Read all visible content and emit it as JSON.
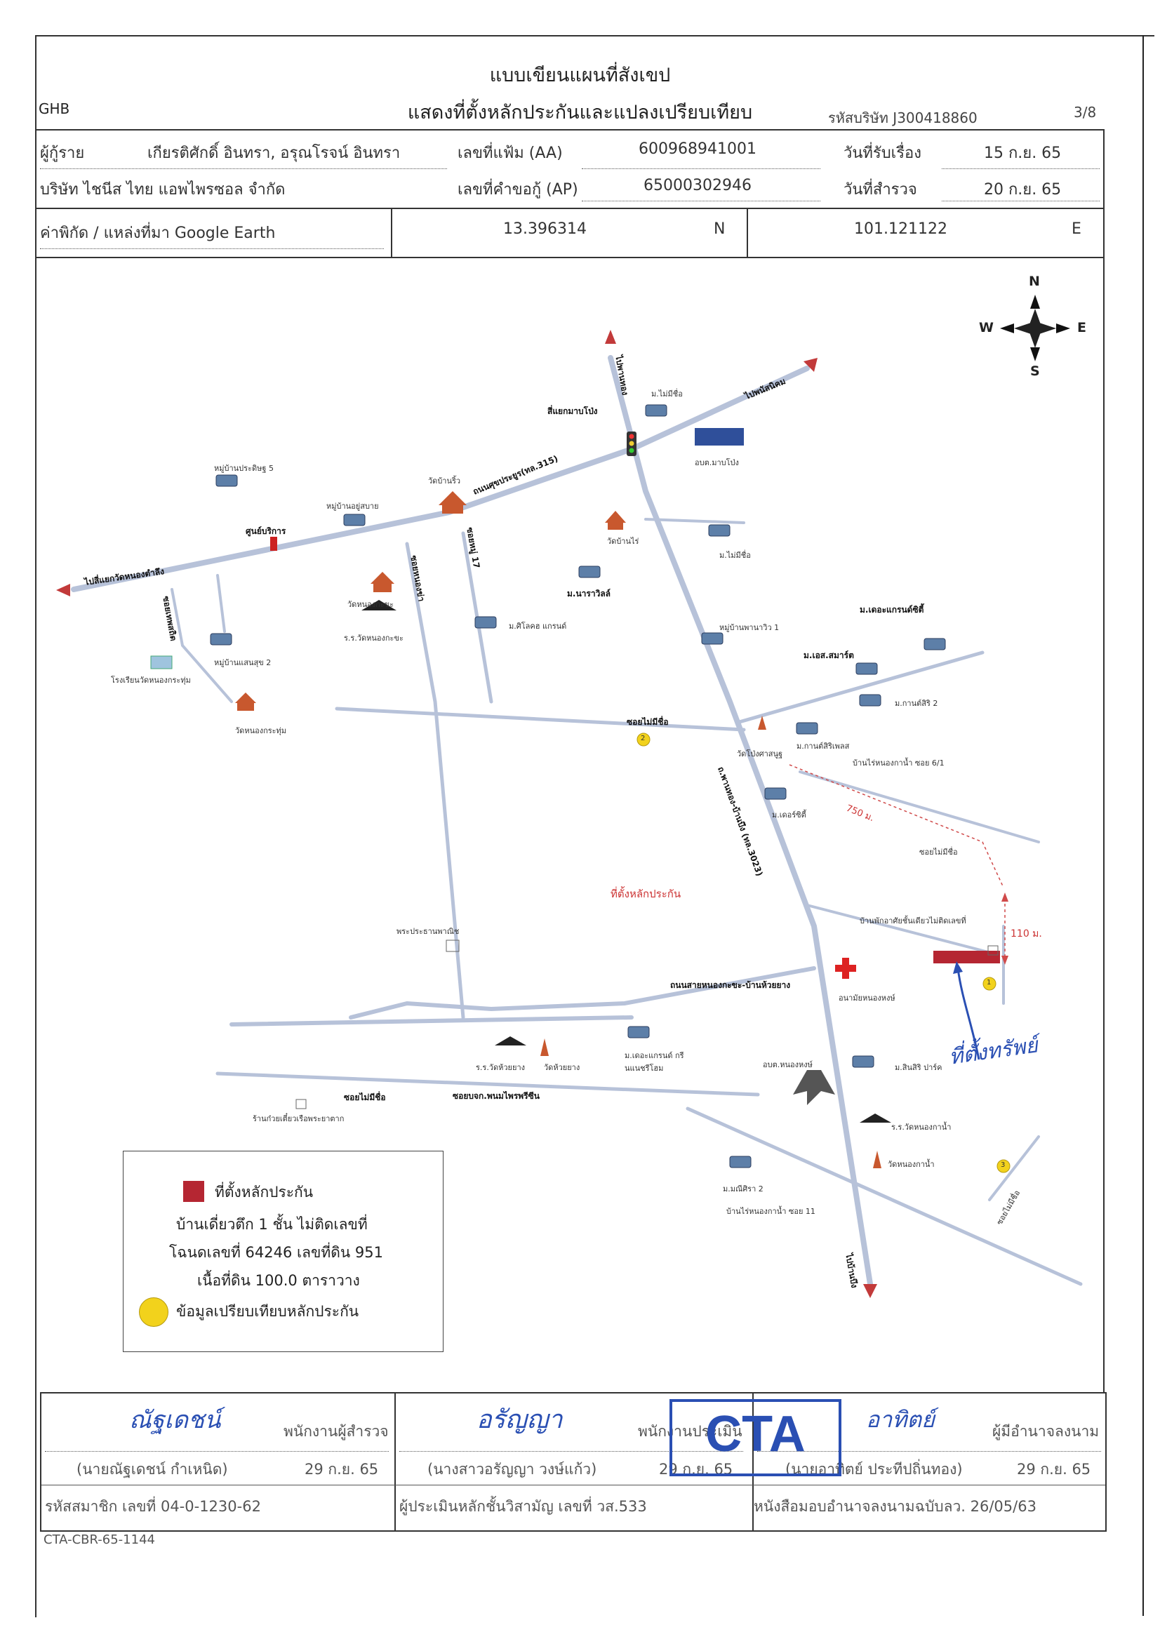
{
  "header": {
    "title_line1": "แบบเขียนแผนที่สังเขป",
    "title_line2": "แสดงที่ตั้งหลักประกันและแปลงเปรียบเทียบ",
    "ghb_label": "GHB",
    "company_code": "รหัสบริษัท J300418860",
    "page_number": "3/8"
  },
  "info": {
    "borrower_label": "ผู้กู้ราย",
    "borrower_value": "เกียรติศักดิ์ อินทรา, อรุณโรจน์ อินทรา",
    "company_name": "บริษัท ไชนีส ไทย แอพไพรซอล จำกัด",
    "file_no_label": "เลขที่แฟ้ม (AA)",
    "file_no_value": "600968941001",
    "app_no_label": "เลขที่คำขอกู้ (AP)",
    "app_no_value": "65000302946",
    "received_label": "วันที่รับเรื่อง",
    "received_value": "15 ก.ย. 65",
    "survey_label": "วันที่สำรวจ",
    "survey_value": "20 ก.ย. 65",
    "coord_label": "ค่าพิกัด / แหล่งที่มา Google Earth",
    "lat_value": "13.396314",
    "lat_unit": "N",
    "lon_value": "101.121122",
    "lon_unit": "E"
  },
  "compass": {
    "n": "N",
    "s": "S",
    "e": "E",
    "w": "W"
  },
  "map_labels": {
    "road_north": "ไปพานทอง",
    "road_ne": "ไปพนัสนิคม",
    "junction": "สี่แยกมาบโป่ง",
    "village_tl": "หมู่บ้านประดิษฐ 5",
    "road_main": "ถนนศุขประยูร(ทล.315)",
    "wat_ban_rong": "วัดบ้านริ้ว",
    "village_suk": "หมู่บ้านอยู่สบาย",
    "rest_area": "ศูนย์บริการ",
    "road_west": "ไปสี่แยกวัดหนองตำลึง",
    "soi_thepsathit": "ซอยเทพสถิต",
    "soi_nongkho": "ซอยหนองข่า",
    "soi_17": "ซอยหมู่ 17",
    "wat_nongkho": "วัดหนองกะขะ",
    "school_nongkho": "ร.ร.วัดหนองกะขะ",
    "village_sansuk": "หมู่บ้านแสนสุข 2",
    "school_left": "โรงเรียนวัดหนองกระทุ่ม",
    "wat_left": "วัดหนองกระทุ่ม",
    "village_nara": "ม.นาราวิลล์",
    "village_citi": "ม.ศิโลคฮ แกรนด์",
    "village_phana": "หมู่บ้านพานาวิว 1",
    "village_greenland": "ม.เดอะแกรนด์ซิตี้",
    "village_smart": "ม.เอส.สมาร์ต",
    "village_karn2": "ม.กานต์สิริ 2",
    "village_karnsiri": "ม.กานต์สิริเพลส",
    "wat_mabpong": "วัดบ้านไร่",
    "village_mai_chua": "ม.ไม่มีชื่อ",
    "mabpong_gov": "อบต.มาบโป่ง",
    "wat_mabpong2": "วัดโป่งศาสนูฐ",
    "soi_nochue": "ซอยไม่มีชื่อ",
    "soi_nongkanam": "บ้านไร่หนองกาน้ำ ซอย 6/1",
    "dist_750": "750 ม.",
    "village_deesi": "ม.เดอร์ซิตี้",
    "road_diag": "ถ.พานทอง-บ้านบึง (ทล.3023)",
    "soi_nochue2": "ซอยไม่มีชื่อ",
    "collateral": "ที่ตั้งหลักประกัน",
    "house_label": "บ้านพักอาศัยชั้นเดียวไม่ติดเลขที่",
    "dist_110": "110 ม.",
    "health": "อนามัยหนองหงษ์",
    "road_bottom": "ถนนสายหนองกะขะ-บ้านห้วยยาง",
    "temple_wat": "พระประธานพาณิช",
    "school_wat": "ร.ร.วัดห้วยยาง",
    "wat_huaiyang": "วัดห้วยยาง",
    "village_green": "ม.เดอะแกรนด์ กรีนแนชรีโฮม",
    "obt_nonghong": "อบต.หนองหงษ์",
    "village_sinsiri": "ม.สินสิริ ปาร์ค",
    "school_nkn": "ร.ร.วัดหนองกาน้ำ",
    "wat_nkn": "วัดหนองกาน้ำ",
    "soi_bottom1": "ซอยไม่มีชื่อ",
    "soi_bottom2": "ซอยบจก.พนมไพรพรีซีน",
    "wat_bottom": "ร้านก๋วยเตี๋ยวเรือพระยาตาก",
    "village_manee": "ม.มณีศิรา 2",
    "soi_11": "บ้านไร่หนองกาน้ำ ซอย 11",
    "road_south": "ไปบ้านบึง",
    "soi_right": "ซอยไม่มีชื่อ",
    "marker1": "1",
    "marker2": "2",
    "marker3": "3",
    "handwrite": "ที่ตั้งทรัพย์"
  },
  "legend": {
    "collateral_title": "ที่ตั้งหลักประกัน",
    "line1": "บ้านเดี่ยวตึก 1 ชั้น ไม่ติดเลขที่",
    "line2": "โฉนดเลขที่ 64246 เลขที่ดิน 951",
    "line3": "เนื้อที่ดิน 100.0 ตาราวาง",
    "compare_label": "ข้อมูลเปรียบเทียบหลักประกัน"
  },
  "signatures": {
    "sig1_name": "(นายณัฐเดชน์ กำเหนิด)",
    "sig1_role": "พนักงานผู้สำรวจ",
    "sig1_date": "29 ก.ย. 65",
    "sig1_member": "รหัสสมาชิก เลขที่ 04-0-1230-62",
    "sig1_hand": "ณัฐเดชน์",
    "sig2_name": "(นางสาวอรัญญา วงษ์แก้ว)",
    "sig2_role": "พนักงานประเมิน",
    "sig2_date": "29 ก.ย. 65",
    "sig2_member": "ผู้ประเมินหลักชั้นวิสามัญ เลขที่ วส.533",
    "sig2_hand": "อรัญญา",
    "sig3_name": "(นายอาทิตย์ ประทีปถิ่นทอง)",
    "sig3_role": "ผู้มีอำนาจลงนาม",
    "sig3_date": "29 ก.ย. 65",
    "sig3_member": "หนังสือมอบอำนาจลงนามฉบับลว. 26/05/63",
    "sig3_hand": "อาทิตย์",
    "stamp": "CTA"
  },
  "footer_code": "CTA-CBR-65-1144",
  "colors": {
    "road": "#b7c2d9",
    "collateral": "#b52632",
    "marker": "#f2d21c",
    "route": "#d04a4a",
    "ink": "#2a4fb3"
  }
}
